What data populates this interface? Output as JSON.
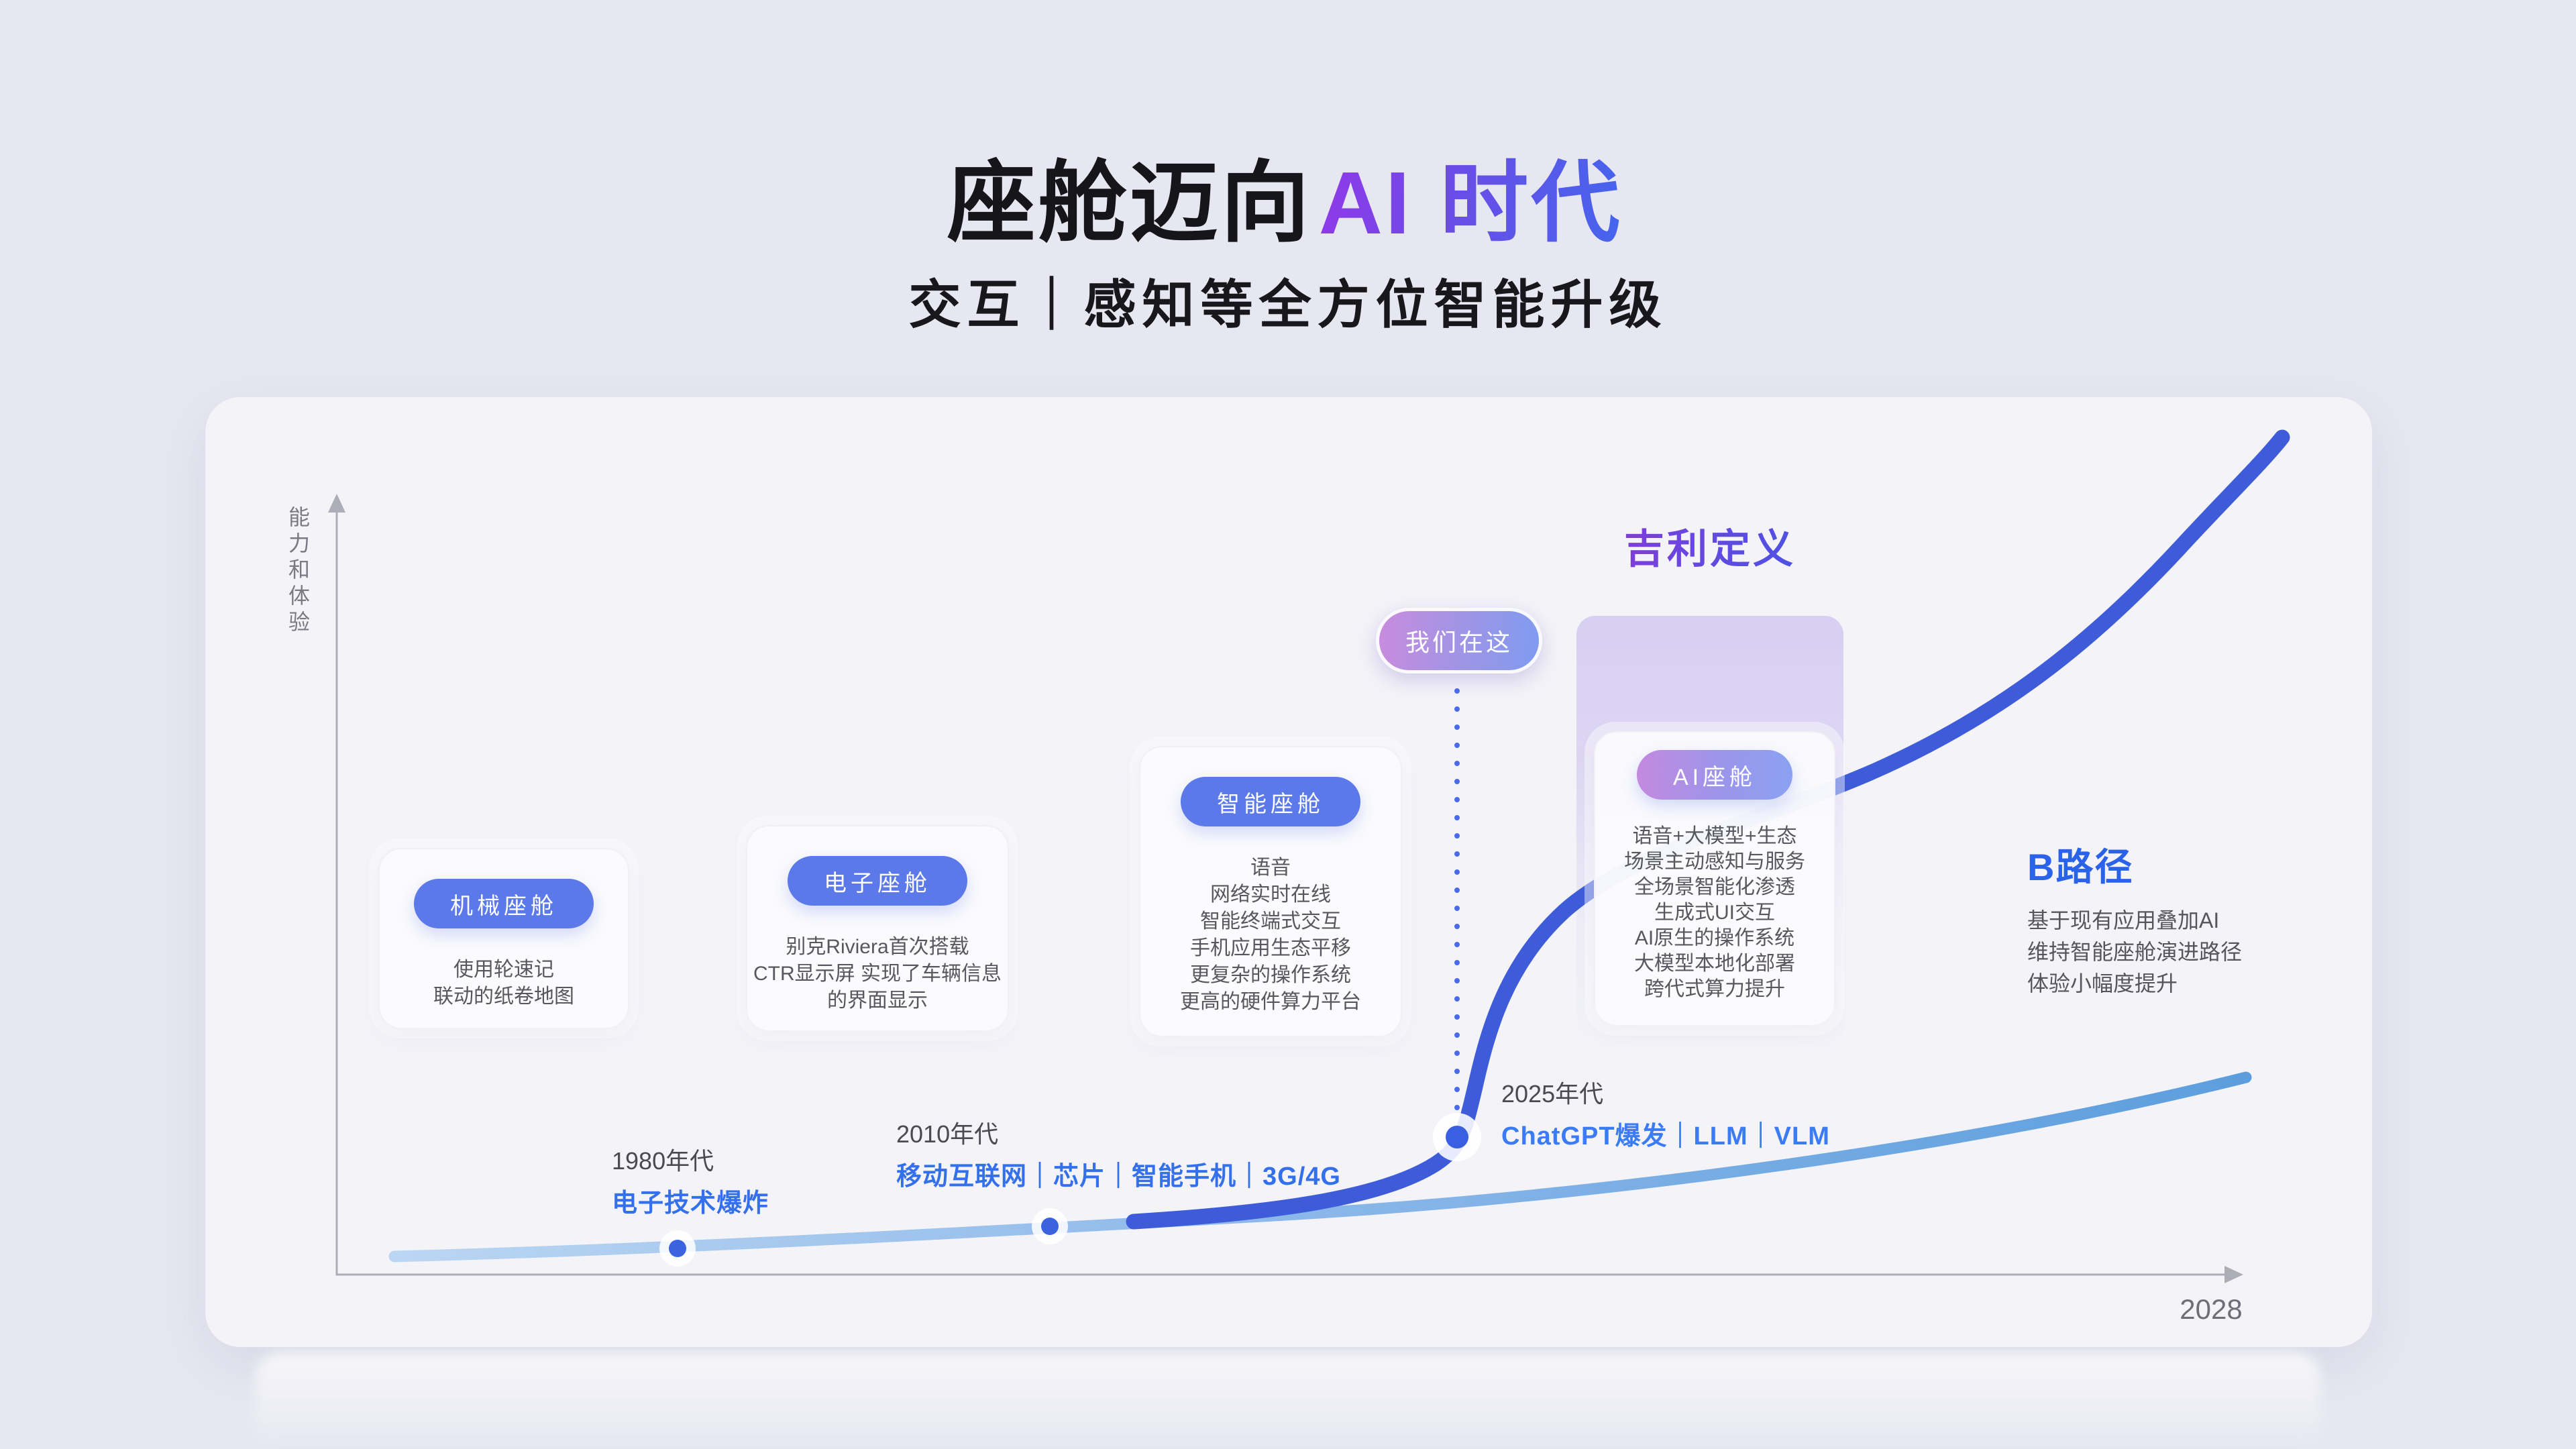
{
  "page": {
    "title_black": "座舱迈向",
    "title_gradient": "AI 时代",
    "subtitle": "交互｜感知等全方位智能升级"
  },
  "axis": {
    "y_label": "能力和体验",
    "x_end_label": "2028"
  },
  "cards": [
    {
      "pill": "机械座舱",
      "lines": [
        "使用轮速记",
        "联动的纸卷地图"
      ]
    },
    {
      "pill": "电子座舱",
      "lines": [
        "别克Riviera首次搭载",
        "CTR显示屏 实现了车辆信息",
        "的界面显示"
      ]
    },
    {
      "pill": "智能座舱",
      "lines": [
        "语音",
        "网络实时在线",
        "智能终端式交互",
        "手机应用生态平移",
        "更复杂的操作系统",
        "更高的硬件算力平台"
      ]
    },
    {
      "pill": "AI座舱",
      "lines": [
        "语音+大模型+生态",
        "场景主动感知与服务",
        "全场景智能化渗透",
        "生成式UI交互",
        "AI原生的操作系统",
        "大模型本地化部署",
        "跨代式算力提升"
      ]
    }
  ],
  "annotations": {
    "geely_label": "吉利定义",
    "we_are_here": "我们在这",
    "b_path_title": "B路径",
    "b_path_lines": [
      "基于现有应用叠加AI",
      "维持智能座舱演进路径",
      "体验小幅度提升"
    ]
  },
  "timeline": [
    {
      "era": "1980年代",
      "highlight": "电子技术爆炸"
    },
    {
      "era": "2010年代",
      "highlight": "移动互联网｜芯片｜智能手机｜3G/4G"
    },
    {
      "era": "2025年代",
      "highlight": "ChatGPT爆发｜LLM｜VLM"
    }
  ],
  "colors": {
    "background": "#E7E7F1",
    "panel": "#F3F3F8",
    "pill_blue": "#5B79E8",
    "highlight_blue": "#3570EC",
    "curve_dark_blue": "#3E5CD9",
    "curve_light_blue": "#5C9EDD",
    "gradient_purple": "#9238E8",
    "gradient_blue": "#4366EC"
  }
}
